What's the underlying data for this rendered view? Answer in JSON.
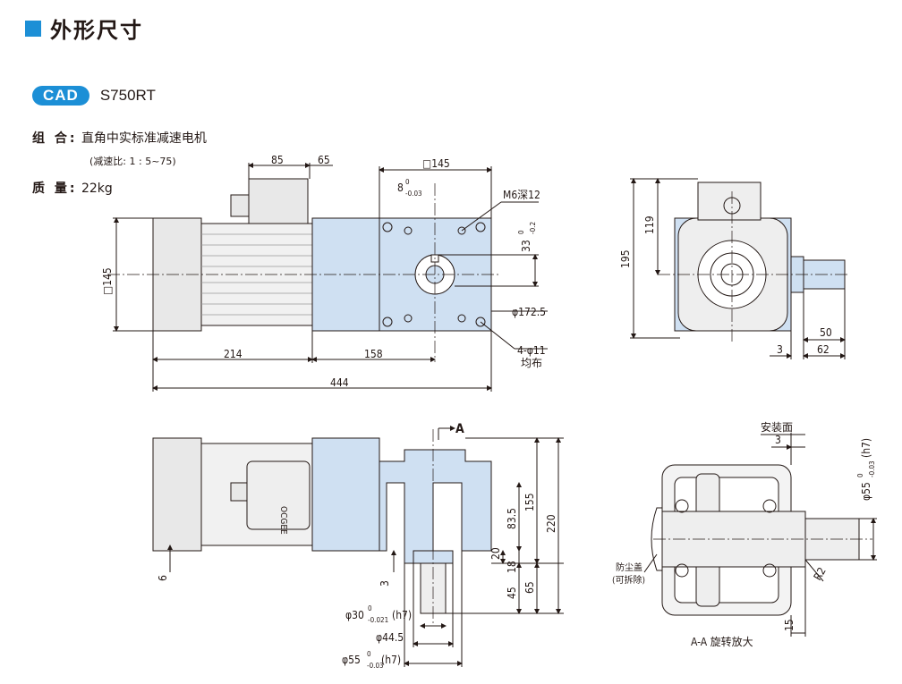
{
  "section_title": "外形尺寸",
  "cad_badge": "CAD",
  "model": "S750RT",
  "combo_label": "组 合:",
  "combo_value": "直角中实标准减速电机",
  "ratio_note": "(减速比: 1 : 5~75)",
  "mass_label": "质 量:",
  "mass_value": "22kg",
  "colors": {
    "accent": "#1c8fd6",
    "body_fill": "#cfe0f2",
    "gray_fill": "#e8e8e8",
    "line": "#231815"
  },
  "top_view": {
    "dim_85": "85",
    "dim_65": "65",
    "dim_sq145_top": "□145",
    "dim_8_main": "8",
    "dim_8_tol": "0",
    "dim_8_tol_low": "-0.03",
    "dim_m6": "M6深12",
    "dim_33_main": "33",
    "dim_33_tol_up": "0",
    "dim_33_tol_low": "-0.2",
    "dim_sq145_left": "□145",
    "dim_172": "φ172.5",
    "dim_214": "214",
    "dim_158": "158",
    "dim_4holes": "4-φ11",
    "dim_4holes_note": "均布",
    "dim_444": "444"
  },
  "side_view": {
    "dim_195": "195",
    "dim_119": "119",
    "dim_50": "50",
    "dim_3": "3",
    "dim_62": "62"
  },
  "front_view": {
    "section_mark": "A",
    "dim_155": "155",
    "dim_220": "220",
    "dim_83_5": "83.5",
    "dim_20": "20",
    "dim_18": "18",
    "dim_45": "45",
    "dim_65": "65",
    "dim_6": "6",
    "dim_3": "3",
    "dim_phi30": "φ30",
    "dim_phi30_tol": "0",
    "dim_phi30_tol_low": "-0.021",
    "dim_phi30_fit": "(h7)",
    "dim_phi44": "φ44.5",
    "dim_phi55": "φ55",
    "dim_phi55_tol": "0",
    "dim_phi55_tol_low": "-0.03",
    "dim_phi55_fit": "(h7)",
    "label_plate": "OCGEE"
  },
  "section_view": {
    "mount_face": "安装面",
    "dim_3": "3",
    "dim_phi55": "φ55",
    "dim_phi55_tol": "0",
    "dim_phi55_tol_low": "-0.03",
    "dim_phi55_fit": "(h7)",
    "dust_cover": "防尘盖",
    "removable": "(可拆除)",
    "dim_r2": "R2",
    "dim_15": "15",
    "caption": "A-A 旋转放大"
  }
}
